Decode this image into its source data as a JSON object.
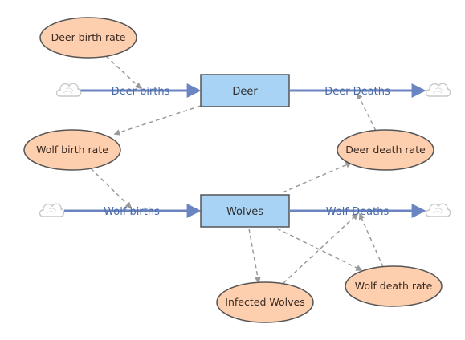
{
  "colors": {
    "stock_fill": "#a9d3f5",
    "stock_stroke": "#555555",
    "variable_fill": "#fdcfae",
    "variable_stroke": "#555555",
    "flow": "#6b84c2",
    "flow_label": "#4a6aa8",
    "link": "#9a9a9a",
    "cloud": "#c8c8c8",
    "background": "#ffffff"
  },
  "stocks": [
    {
      "id": "deer",
      "label": "Deer"
    },
    {
      "id": "wolves",
      "label": "Wolves"
    }
  ],
  "variables": [
    {
      "id": "deer-birth-rate",
      "label": "Deer birth rate"
    },
    {
      "id": "wolf-birth-rate",
      "label": "Wolf birth rate"
    },
    {
      "id": "deer-death-rate",
      "label": "Deer death rate"
    },
    {
      "id": "infected-wolves",
      "label": "Infected Wolves"
    },
    {
      "id": "wolf-death-rate",
      "label": "Wolf death rate"
    }
  ],
  "flows": [
    {
      "id": "deer-births",
      "label": "Deer births"
    },
    {
      "id": "deer-deaths",
      "label": "Deer Deaths"
    },
    {
      "id": "wolf-births",
      "label": "Wolf births"
    },
    {
      "id": "wolf-deaths",
      "label": "Wolf Deaths"
    }
  ],
  "links": [
    {
      "from": "deer-birth-rate",
      "to": "deer-births"
    },
    {
      "from": "deer",
      "to": "wolf-birth-rate"
    },
    {
      "from": "wolf-birth-rate",
      "to": "wolf-births"
    },
    {
      "from": "wolves",
      "to": "deer-death-rate"
    },
    {
      "from": "deer-death-rate",
      "to": "deer-deaths"
    },
    {
      "from": "wolves",
      "to": "infected-wolves"
    },
    {
      "from": "wolves",
      "to": "wolf-death-rate"
    },
    {
      "from": "infected-wolves",
      "to": "wolf-deaths"
    },
    {
      "from": "wolf-death-rate",
      "to": "wolf-deaths"
    }
  ]
}
